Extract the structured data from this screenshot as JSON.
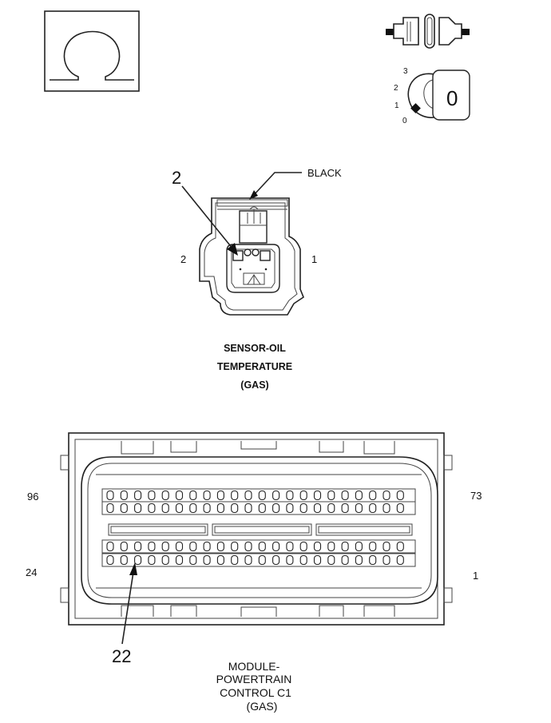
{
  "icons": {
    "ohmmeter": "ohm-symbol-icon",
    "connector_probe": "connector-probe-icon",
    "ignition_key": "ignition-key-icon"
  },
  "key": {
    "positions": [
      "3",
      "2",
      "1",
      "0"
    ],
    "key_label": "0"
  },
  "sensor": {
    "color_label": "BLACK",
    "callout": "2",
    "pin_left": "2",
    "pin_right": "1",
    "caption": [
      "SENSOR-OIL",
      "TEMPERATURE",
      "(GAS)"
    ]
  },
  "pcm": {
    "pin_top_left": "96",
    "pin_top_right": "73",
    "pin_bottom_left": "24",
    "pin_bottom_right": "1",
    "callout": "22",
    "caption": [
      "MODULE-",
      "POWERTRAIN",
      "CONTROL C1",
      "(GAS)"
    ]
  }
}
